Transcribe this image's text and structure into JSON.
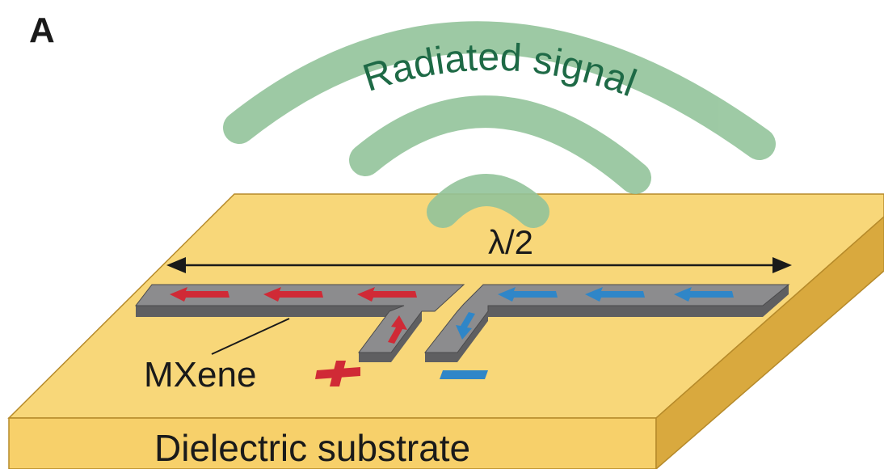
{
  "figure": {
    "panel_label": "A",
    "signal_label": "Radiated signal",
    "length_label": "λ/2",
    "material_label": "MXene",
    "substrate_label": "Dielectric substrate",
    "plus_symbol": "+",
    "minus_symbol": "−"
  },
  "colors": {
    "substrate_top": "#f8d779",
    "substrate_front": "#f7d06a",
    "substrate_side": "#d9a93e",
    "substrate_edge": "#b68a2a",
    "mxene_top": "#8c8c8e",
    "mxene_side": "#5f5f61",
    "wave": "#93c49b",
    "wave_text": "#1e6a46",
    "current_left": "#d02a36",
    "current_right": "#2f86c8",
    "text_dark": "#1a1a1a"
  }
}
